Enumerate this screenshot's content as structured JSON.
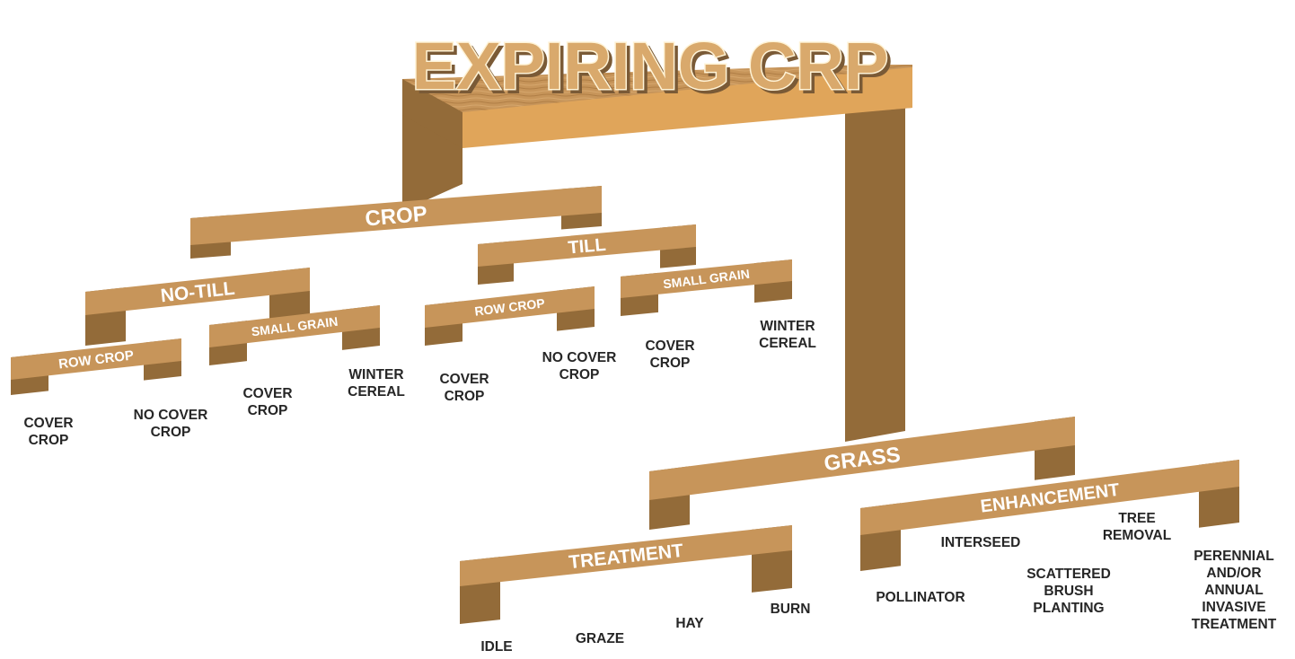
{
  "title": "EXPIRING CRP",
  "colors": {
    "top_face": "#C7955A",
    "front_face": "#E0A55A",
    "side_face": "#936B39",
    "title_fill": "#D9A96C",
    "title_stroke": "#FFF3D6",
    "leaf_text": "#262626",
    "beam_text": "#FFFFFF"
  },
  "nodes": {
    "crop": "CROP",
    "grass": "GRASS",
    "no_till": "NO-TILL",
    "till": "TILL",
    "no_till_row_crop": "ROW CROP",
    "no_till_small_grain": "SMALL GRAIN",
    "till_row_crop": "ROW CROP",
    "till_small_grain": "SMALL GRAIN",
    "treatment": "TREATMENT",
    "enhancement": "ENHANCEMENT"
  },
  "leaves": {
    "no_till_row_cover": [
      "COVER",
      "CROP"
    ],
    "no_till_row_no_cover": [
      "NO COVER",
      "CROP"
    ],
    "no_till_small_cover": [
      "COVER",
      "CROP"
    ],
    "no_till_small_winter": [
      "WINTER",
      "CEREAL"
    ],
    "till_row_cover": [
      "COVER",
      "CROP"
    ],
    "till_row_no_cover": [
      "NO COVER",
      "CROP"
    ],
    "till_small_cover": [
      "COVER",
      "CROP"
    ],
    "till_small_winter": [
      "WINTER",
      "CEREAL"
    ],
    "idle": [
      "IDLE"
    ],
    "graze": [
      "GRAZE"
    ],
    "hay": [
      "HAY"
    ],
    "burn": [
      "BURN"
    ],
    "pollinator": [
      "POLLINATOR"
    ],
    "interseed": [
      "INTERSEED"
    ],
    "scattered": [
      "SCATTERED",
      "BRUSH",
      "PLANTING"
    ],
    "tree_removal": [
      "TREE",
      "REMOVAL"
    ],
    "invasive": [
      "PERENNIAL",
      "AND/OR",
      "ANNUAL",
      "INVASIVE",
      "TREATMENT"
    ]
  }
}
